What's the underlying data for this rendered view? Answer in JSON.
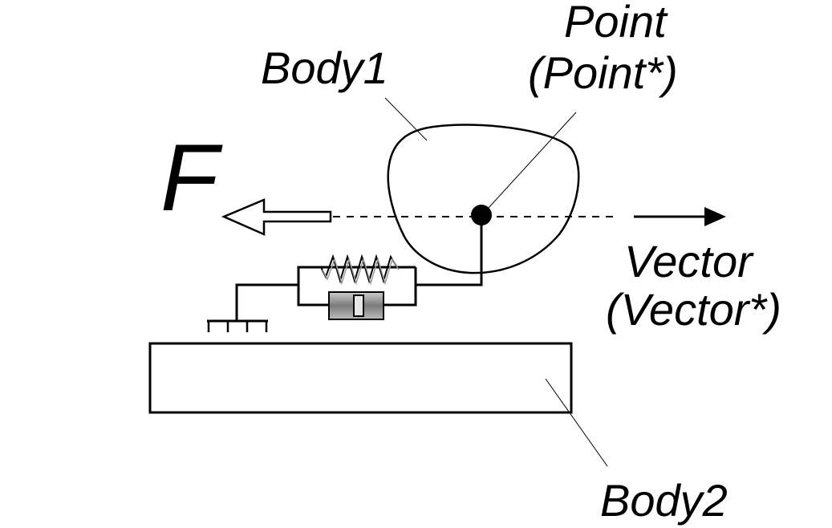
{
  "labels": {
    "force": "F",
    "body1": "Body1",
    "point": "Point",
    "point_alt": "(Point*)",
    "vector": "Vector",
    "vector_alt": "(Vector*)",
    "body2": "Body2"
  },
  "colors": {
    "ink": "#000000",
    "background": "#ffffff",
    "damper_body": "#9a9a9a",
    "damper_piston": "#e6e6e6"
  }
}
